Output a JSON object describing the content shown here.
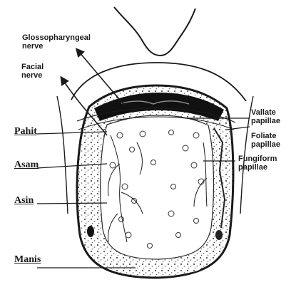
{
  "labels": {
    "glossopharyngeal_line1": "Glossopharyngeal",
    "glossopharyngeal_line2": "nerve",
    "facial_line1": "Facial",
    "facial_line2": "nerve",
    "vallate_line1": "Vallate",
    "vallate_line2": "papillae",
    "foliate_line1": "Foliate",
    "foliate_line2": "papillae",
    "fungiform_line1": "Fungiform",
    "fungiform_line2": "papillae",
    "pahit": "Pahit",
    "asam": "Asam",
    "asin": "Asin",
    "manis": "Manis"
  },
  "colors": {
    "ink": "#1a1a1a",
    "dark_band": "#111111",
    "stipple": "#555555",
    "background": "#ffffff"
  }
}
